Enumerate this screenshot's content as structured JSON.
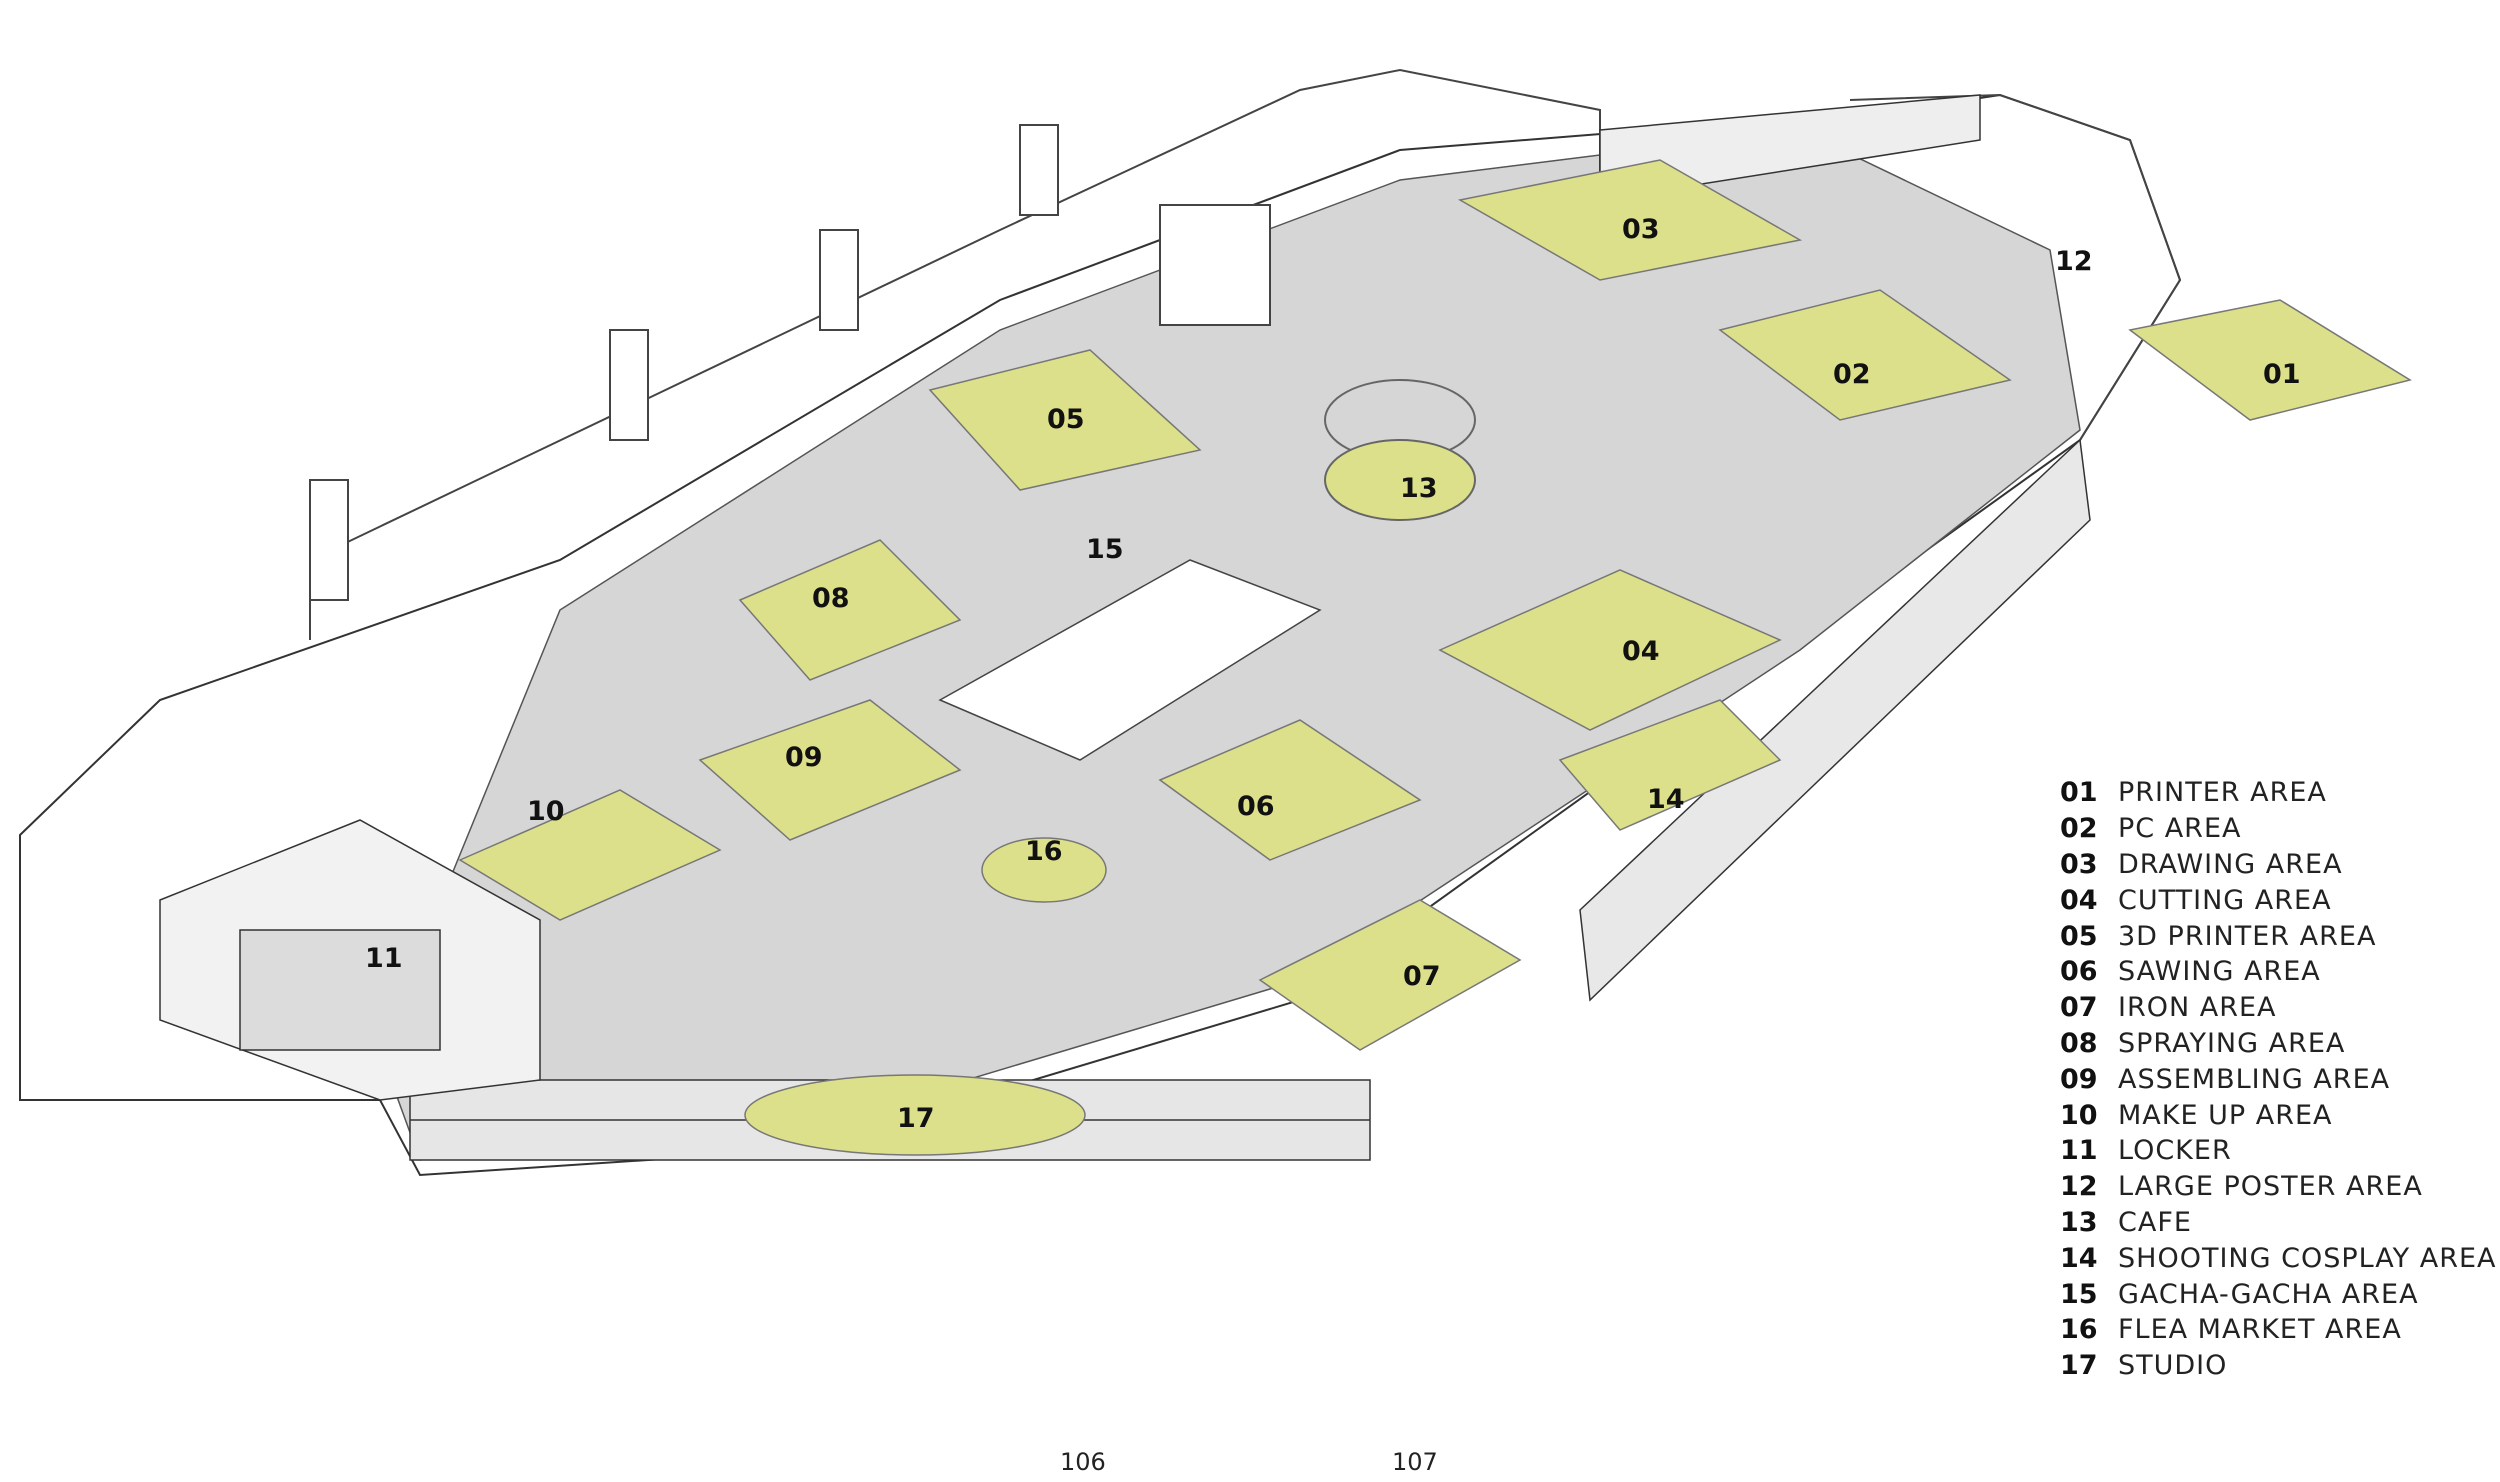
{
  "zones": [
    {
      "num": "01",
      "label": "PRINTER AREA"
    },
    {
      "num": "02",
      "label": "PC AREA"
    },
    {
      "num": "03",
      "label": "DRAWING AREA"
    },
    {
      "num": "04",
      "label": "CUTTING AREA"
    },
    {
      "num": "05",
      "label": "3D PRINTER AREA"
    },
    {
      "num": "06",
      "label": "SAWING AREA"
    },
    {
      "num": "07",
      "label": "IRON AREA"
    },
    {
      "num": "08",
      "label": "SPRAYING AREA"
    },
    {
      "num": "09",
      "label": "ASSEMBLING AREA"
    },
    {
      "num": "10",
      "label": "MAKE UP AREA"
    },
    {
      "num": "11",
      "label": "LOCKER"
    },
    {
      "num": "12",
      "label": "LARGE POSTER AREA"
    },
    {
      "num": "13",
      "label": "CAFE"
    },
    {
      "num": "14",
      "label": "SHOOTING COSPLAY AREA"
    },
    {
      "num": "15",
      "label": "GACHA-GACHA AREA"
    },
    {
      "num": "16",
      "label": "FLEA MARKET AREA"
    },
    {
      "num": "17",
      "label": "STUDIO"
    }
  ],
  "pages": {
    "left": "106",
    "right": "107"
  },
  "colors": {
    "floor": "#d6d6d6",
    "zone": "#dde08a",
    "line": "#444444",
    "accent": "#c9b9a6"
  }
}
